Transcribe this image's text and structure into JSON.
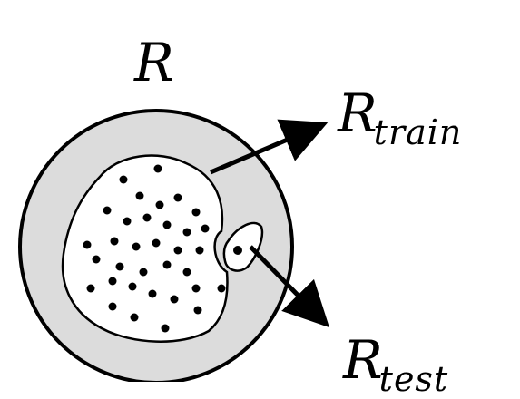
{
  "labels": {
    "region": {
      "main": "R",
      "sub": ""
    },
    "train": {
      "main": "R",
      "sub": "train"
    },
    "test": {
      "main": "R",
      "sub": "test"
    }
  },
  "colors": {
    "region_fill": "#dcdcdc",
    "stroke": "#000000",
    "background": "#ffffff"
  }
}
